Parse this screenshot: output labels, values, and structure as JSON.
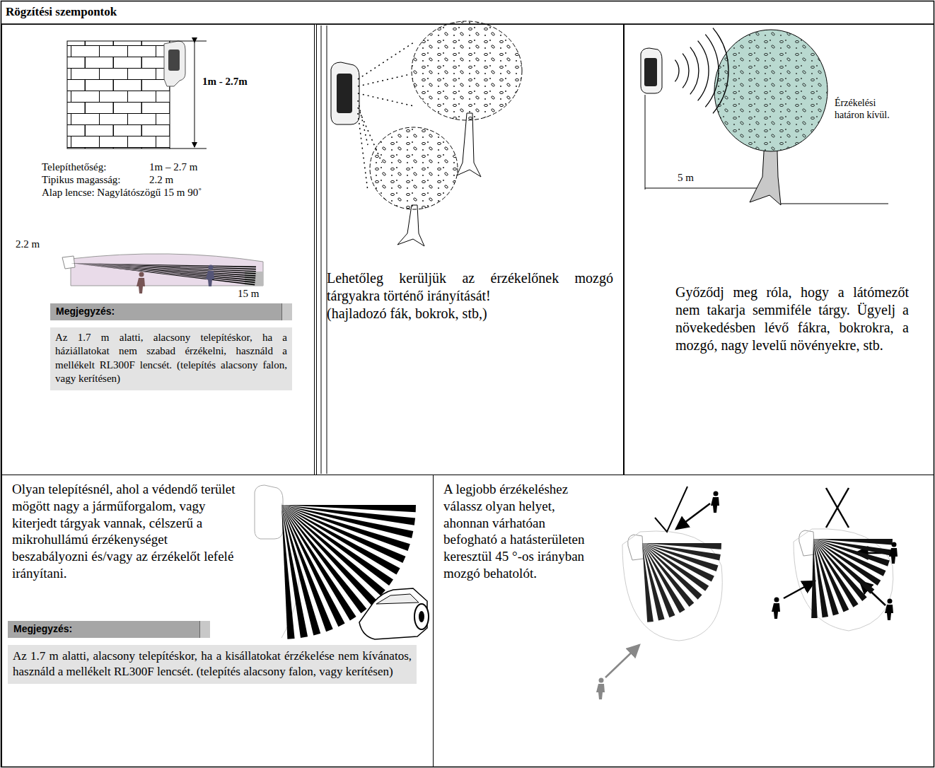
{
  "diagram": {
    "title": "Rögzítési szempontok",
    "nodes": [
      {
        "text": [
          "Telepíthetőség:",
          "1m – 2.7 m",
          "Tipikus magasság:",
          "2.2 m",
          "Alap lencse: Nagylátószögű 15 m 90˚"
        ]
      },
      {
        "text": [
          "Megjegyzés:",
          "Az 1.7 m alatti, alacsony telepítéskor, ha a háziállatokat nem szabad érzékelni, használd a mellékelt RL300F lencsét. (telepítés alacsony falon, vagy kerítésen)"
        ],
        "in": 0
      },
      {
        "text": [
          "Lehetőleg kerüljük az érzékelőnek mozgó tárgyakra történő irányítását!",
          "(hajladozó fák, bokrok, stb,)"
        ]
      },
      {
        "text": [
          "Győződj meg róla, hogy a látómezőt nem takarja semmiféle tárgy. Ügyelj a növekedésben lévő fákra, bokrokra, a mozgó, nagy levelű növényekre, stb."
        ]
      },
      {
        "text": [
          "Olyan telepítésnél, ahol a védendő terület mögött nagy a járműforgalom, vagy kiterjedt tárgyak vannak, célszerű a mikrohullámú érzékenységet beszabályozni és/vagy az érzékelőt lefelé irányítani."
        ]
      },
      {
        "text": [
          "Megjegyzés:",
          "Az 1.7 m alatti, alacsony telepítéskor, ha a kisállatokat érzékelése nem kívánatos, használd a mellékelt RL300F lencsét. (telepítés alacsony falon, vagy kerítésen)"
        ],
        "in": 4
      },
      {
        "text": [
          "A legjobb érzékeléshez válassz olyan helyet, ahonnan várhatóan befogható a hatásterületen keresztül 45 °-os irányban mozgó behatolót."
        ]
      }
    ],
    "labels": [
      "1m - 2.7m",
      "2.2 m",
      "15 m",
      "5 m",
      "Érzékelési határon kívül."
    ]
  }
}
